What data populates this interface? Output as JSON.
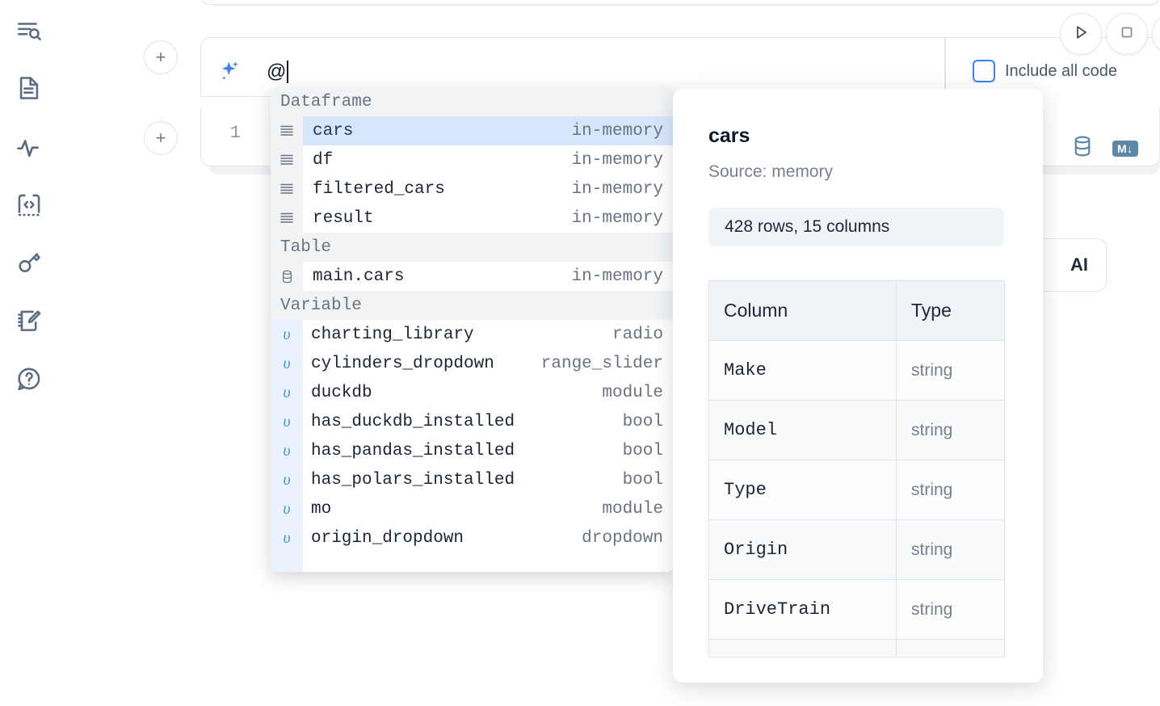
{
  "sidebar": {
    "items": [
      {
        "name": "explore-search-icon",
        "label": "Explore"
      },
      {
        "name": "file-document-icon",
        "label": "File explorer"
      },
      {
        "name": "activity-pulse-icon",
        "label": "Activity"
      },
      {
        "name": "code-snippet-icon",
        "label": "Snippets"
      },
      {
        "name": "key-icon",
        "label": "Secrets"
      },
      {
        "name": "notebook-edit-icon",
        "label": "Scratchpad"
      },
      {
        "name": "help-chat-icon",
        "label": "Help"
      }
    ]
  },
  "toolbar": {
    "run_label": "Run",
    "stop_label": "Stop",
    "add_cell_label": "+"
  },
  "prompt": {
    "value": "@",
    "include_all_code_label": "Include all code",
    "include_all_code_checked": false,
    "accent_color": "#3b82f6"
  },
  "cell": {
    "line_number": "1",
    "markdown_badge": "M↓"
  },
  "ai_pill": {
    "label": "AI"
  },
  "autocomplete": {
    "sections": [
      {
        "label": "Dataframe",
        "icon": "dataframe-icon",
        "items": [
          {
            "name": "cars",
            "meta": "in-memory",
            "selected": true
          },
          {
            "name": "df",
            "meta": "in-memory",
            "selected": false
          },
          {
            "name": "filtered_cars",
            "meta": "in-memory",
            "selected": false
          },
          {
            "name": "result",
            "meta": "in-memory",
            "selected": false
          }
        ]
      },
      {
        "label": "Table",
        "icon": "database-icon",
        "items": [
          {
            "name": "main.cars",
            "meta": "in-memory",
            "selected": false
          }
        ]
      },
      {
        "label": "Variable",
        "icon": "variable-icon",
        "items": [
          {
            "name": "charting_library",
            "meta": "radio",
            "selected": false
          },
          {
            "name": "cylinders_dropdown",
            "meta": "range_slider",
            "selected": false
          },
          {
            "name": "duckdb",
            "meta": "module",
            "selected": false
          },
          {
            "name": "has_duckdb_installed",
            "meta": "bool",
            "selected": false
          },
          {
            "name": "has_pandas_installed",
            "meta": "bool",
            "selected": false
          },
          {
            "name": "has_polars_installed",
            "meta": "bool",
            "selected": false
          },
          {
            "name": "mo",
            "meta": "module",
            "selected": false
          },
          {
            "name": "origin_dropdown",
            "meta": "dropdown",
            "selected": false
          }
        ]
      }
    ]
  },
  "preview": {
    "title": "cars",
    "source": "Source: memory",
    "shape": "428 rows, 15 columns",
    "table": {
      "headers": [
        "Column",
        "Type"
      ],
      "rows": [
        [
          "Make",
          "string"
        ],
        [
          "Model",
          "string"
        ],
        [
          "Type",
          "string"
        ],
        [
          "Origin",
          "string"
        ],
        [
          "DriveTrain",
          "string"
        ]
      ]
    }
  },
  "colors": {
    "selected_row_bg": "#d7e7fb",
    "section_header_bg": "#f1f3f5",
    "variable_gutter_bg": "#eaf3fd",
    "accent_blue": "#3b82f6",
    "icon_slate": "#5b6b82"
  }
}
